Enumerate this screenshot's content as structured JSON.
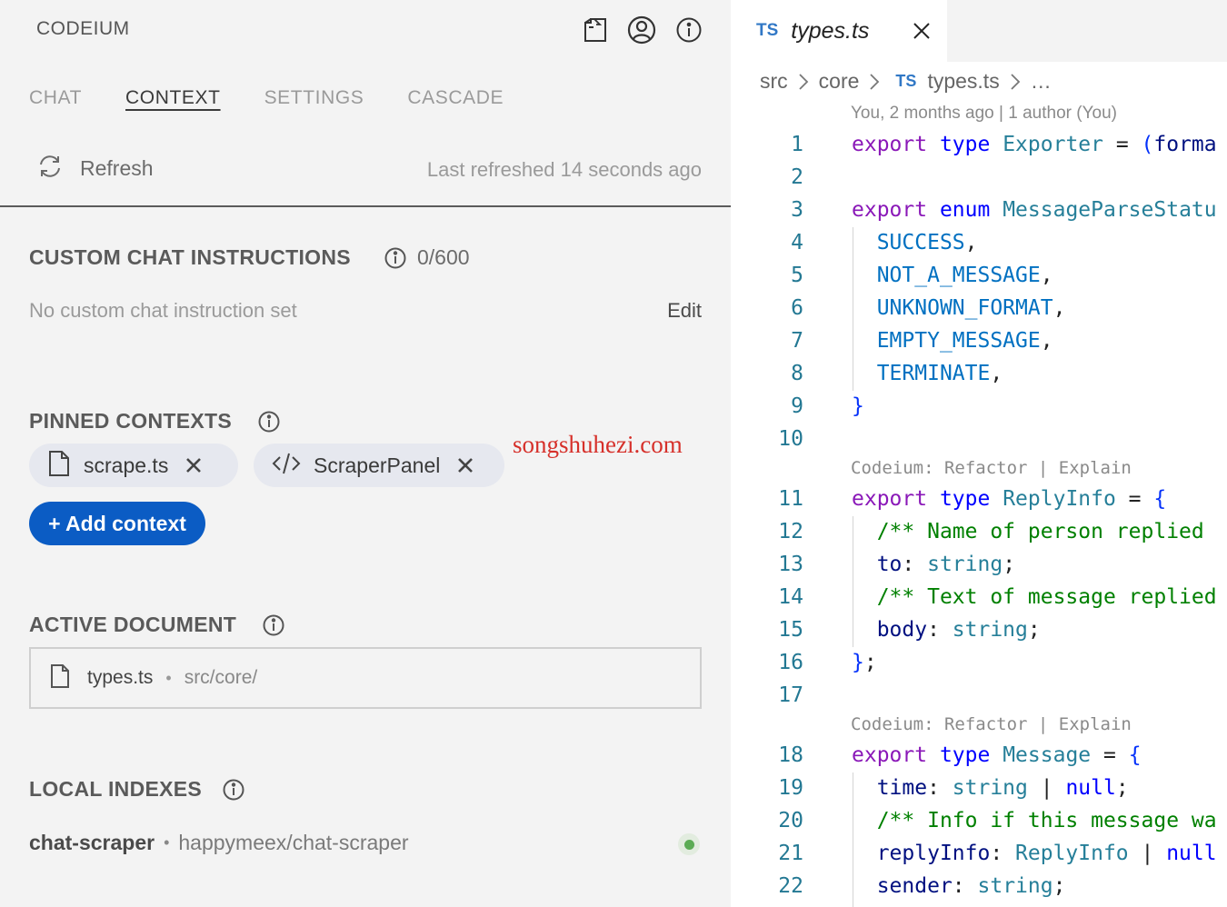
{
  "sidebar": {
    "app_title": "CODEIUM",
    "header_icons": [
      "file-export-icon",
      "user-circle-icon",
      "info-icon"
    ],
    "tabs": [
      {
        "label": "CHAT",
        "active": false
      },
      {
        "label": "CONTEXT",
        "active": true
      },
      {
        "label": "SETTINGS",
        "active": false
      },
      {
        "label": "CASCADE",
        "active": false
      }
    ],
    "refresh_label": "Refresh",
    "last_refreshed": "Last refreshed 14 seconds ago",
    "custom_instructions": {
      "title": "CUSTOM CHAT INSTRUCTIONS",
      "counter": "0/600",
      "empty_text": "No custom chat instruction set",
      "edit_label": "Edit"
    },
    "pinned_contexts": {
      "title": "PINNED CONTEXTS",
      "chips": [
        {
          "label": "scrape.ts",
          "icon": "file-icon"
        },
        {
          "label": "ScraperPanel",
          "icon": "code-icon"
        }
      ],
      "add_label": "+ Add context"
    },
    "active_document": {
      "title": "ACTIVE DOCUMENT",
      "file_name": "types.ts",
      "separator": "•",
      "path": "src/core/"
    },
    "local_indexes": {
      "title": "LOCAL INDEXES",
      "name": "chat-scraper",
      "separator": "•",
      "repo": "happymeex/chat-scraper",
      "status_color": "#5cac55"
    },
    "watermark": "songshuhezi.com"
  },
  "editor": {
    "tab": {
      "badge": "TS",
      "file_name": "types.ts"
    },
    "breadcrumbs": [
      "src",
      "core",
      "types.ts",
      "…"
    ],
    "breadcrumb_badge": "TS",
    "blame": "You, 2 months ago | 1 author (You)",
    "codelens": "Codeium: Refactor | Explain",
    "line_numbers": [
      "1",
      "2",
      "3",
      "4",
      "5",
      "6",
      "7",
      "8",
      "9",
      "10",
      "11",
      "12",
      "13",
      "14",
      "15",
      "16",
      "17",
      "18",
      "19",
      "20",
      "21",
      "22"
    ],
    "lines": {
      "l1": {
        "kw": "export",
        "kb": "type",
        "ty": "Exporter",
        "op": " = ",
        "br": "(",
        "rest": "forma"
      },
      "l3": {
        "kw": "export",
        "kb": "enum",
        "ty": "MessageParseStatu"
      },
      "l4": {
        "en": "SUCCESS",
        "p": ","
      },
      "l5": {
        "en": "NOT_A_MESSAGE",
        "p": ","
      },
      "l6": {
        "en": "UNKNOWN_FORMAT",
        "p": ","
      },
      "l7": {
        "en": "EMPTY_MESSAGE",
        "p": ","
      },
      "l8": {
        "en": "TERMINATE",
        "p": ","
      },
      "l9": {
        "br": "}"
      },
      "l11": {
        "kw": "export",
        "kb": "type",
        "ty": "ReplyInfo",
        "op": " = ",
        "br": "{"
      },
      "l12": {
        "cm": "/** Name of person replied"
      },
      "l13": {
        "pr": "to",
        "p": ": ",
        "ty": "string",
        "e": ";"
      },
      "l14": {
        "cm": "/** Text of message replied"
      },
      "l15": {
        "pr": "body",
        "p": ": ",
        "ty": "string",
        "e": ";"
      },
      "l16": {
        "br": "}",
        "e": ";"
      },
      "l18": {
        "kw": "export",
        "kb": "type",
        "ty": "Message",
        "op": " = ",
        "br": "{"
      },
      "l19": {
        "pr": "time",
        "p": ": ",
        "ty": "string",
        "op": " | ",
        "kb": "null",
        "e": ";"
      },
      "l20": {
        "cm": "/** Info if this message wa"
      },
      "l21": {
        "pr": "replyInfo",
        "p": ": ",
        "ty": "ReplyInfo",
        "op": " | ",
        "kb": "null"
      },
      "l22": {
        "pr": "sender",
        "p": ": ",
        "ty": "string",
        "e": ";"
      }
    }
  }
}
